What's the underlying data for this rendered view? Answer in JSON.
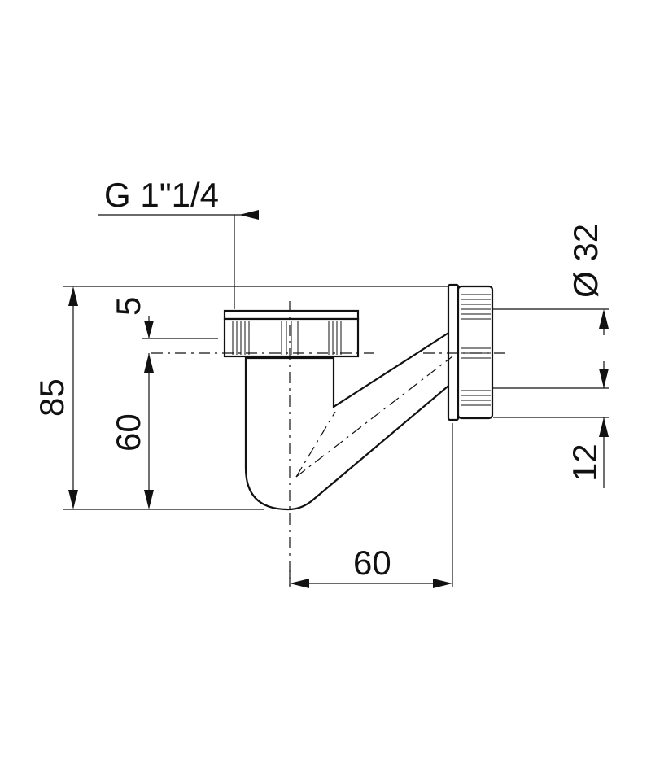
{
  "labels": {
    "thread": "G 1\"1/4",
    "diameter": "Ø 32",
    "dim_85": "85",
    "dim_60_vertical": "60",
    "dim_5": "5",
    "dim_12": "12",
    "dim_60_horizontal": "60"
  }
}
